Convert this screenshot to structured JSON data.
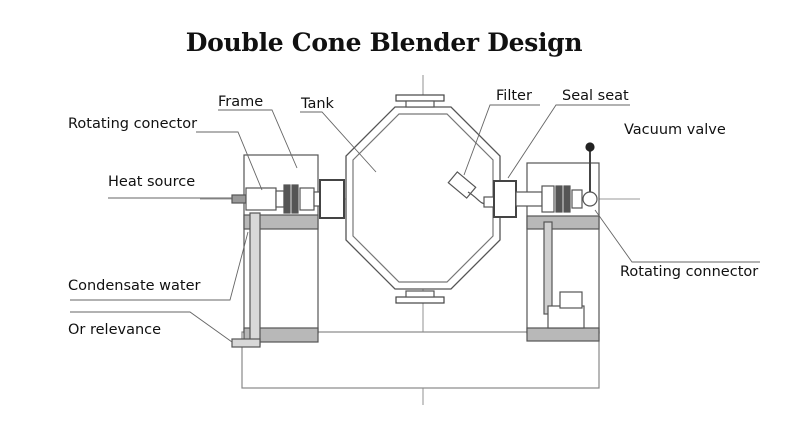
{
  "title": "Double Cone Blender Design",
  "labels": {
    "frame": "Frame",
    "tank": "Tank",
    "filter": "Filter",
    "seal_seat": "Seal seat",
    "rotating_conector": "Rotating conector",
    "vacuum_valve": "Vacuum valve",
    "heat_source": "Heat source",
    "rotating_connector": "Rotating connector",
    "condensate_water": "Condensate water",
    "or_relevance": "Or relevance"
  }
}
